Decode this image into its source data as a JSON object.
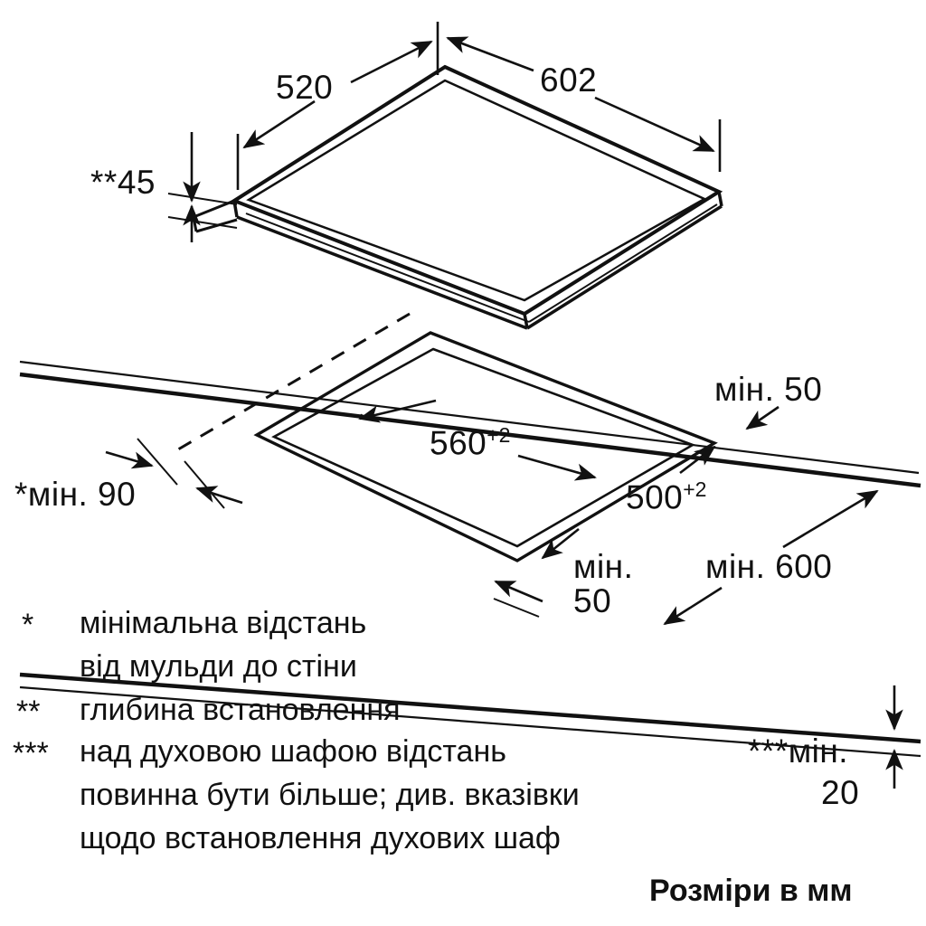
{
  "diagram": {
    "title": "Installation dimensions drawing for built-in hob",
    "units_note": "Розміри в мм",
    "line_color": "#111111"
  },
  "dimensions": {
    "hob_width": "602",
    "hob_depth": "520",
    "hob_install_depth_prefix": "**",
    "hob_install_depth": "45",
    "cutout_width": "560",
    "cutout_width_tol": "+2",
    "cutout_depth": "500",
    "cutout_depth_tol": "+2",
    "min_wall_prefix": "*",
    "min_wall_label": "мін. 90",
    "min_back_label": "мін. 50",
    "min_front_label_line1": "мін.",
    "min_front_label_line2": "50",
    "min_worktop_depth_label": "мін. 600",
    "min_oven_prefix": "***",
    "min_oven_label_line1": "мін.",
    "min_oven_label_line2": "20"
  },
  "legend": {
    "items": [
      {
        "mark": "*",
        "lines": [
          "мінімальна відстань",
          "від мульди до стіни"
        ]
      },
      {
        "mark": "**",
        "lines": [
          "глибина встановлення"
        ]
      },
      {
        "mark": "***",
        "lines": [
          "над духовою шафою відстань",
          "повинна бути більше; див. вказівки",
          "щодо встановлення духових шаф"
        ]
      }
    ]
  },
  "chart_data": {
    "type": "table",
    "title": "Built-in hob installation dimensions (mm)",
    "categories": [
      "Hob width",
      "Hob depth",
      "Installation depth (**)",
      "Cutout width",
      "Cutout depth",
      "Min. distance to wall (*)",
      "Min. rear distance",
      "Min. front distance",
      "Min. worktop depth",
      "Min. above oven (***)"
    ],
    "values": [
      602,
      520,
      45,
      560,
      500,
      90,
      50,
      50,
      600,
      20
    ],
    "tolerances": [
      "",
      "",
      "",
      "+2",
      "+2",
      "",
      "",
      "",
      "",
      ""
    ],
    "xlabel": "",
    "ylabel": "mm"
  }
}
